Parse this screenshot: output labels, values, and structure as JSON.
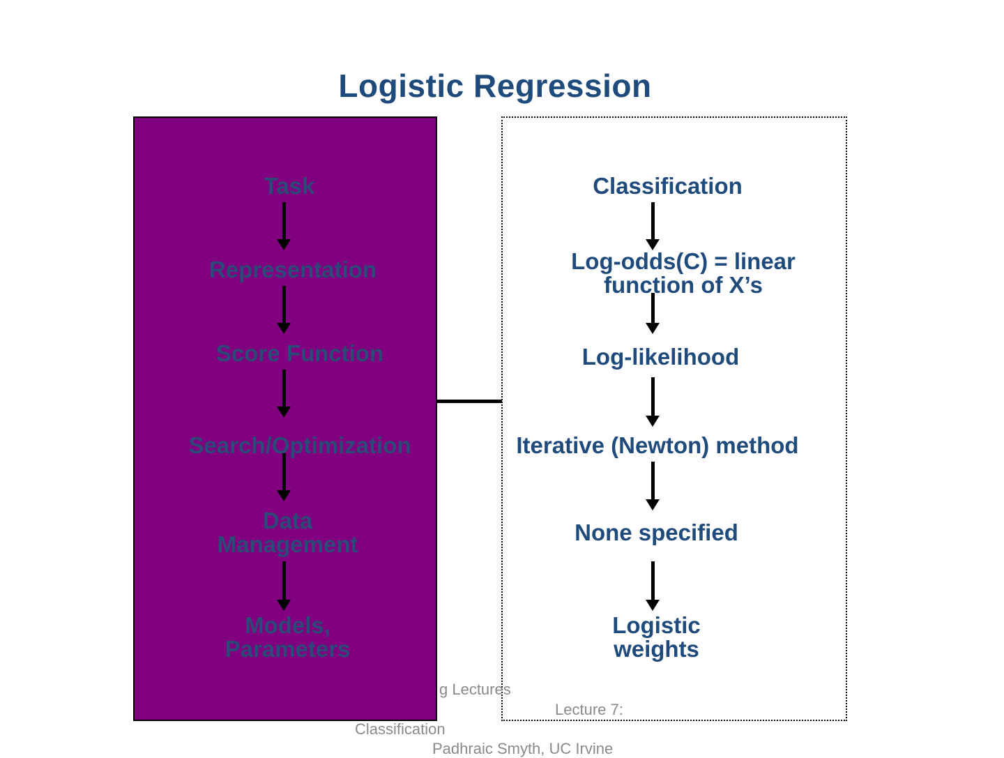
{
  "title": "Logistic Regression",
  "left_column": [
    "Task",
    "Representation",
    "Score Function",
    "Search/Optimization",
    "Data Management",
    "Models, Parameters"
  ],
  "right_column": [
    "Classification",
    "Log-odds(C) = linear function of X’s",
    "Log-likelihood",
    "Iterative (Newton) method",
    "None specified",
    "Logistic weights"
  ],
  "footer": {
    "line1": "g Lectures",
    "line2": "Lecture 7:",
    "line3": "Classification",
    "line4": "Padhraic Smyth, UC Irvine"
  },
  "colors": {
    "left_box": "#800080",
    "title": "#1f4a7c",
    "footer": "#8a8a8a"
  }
}
